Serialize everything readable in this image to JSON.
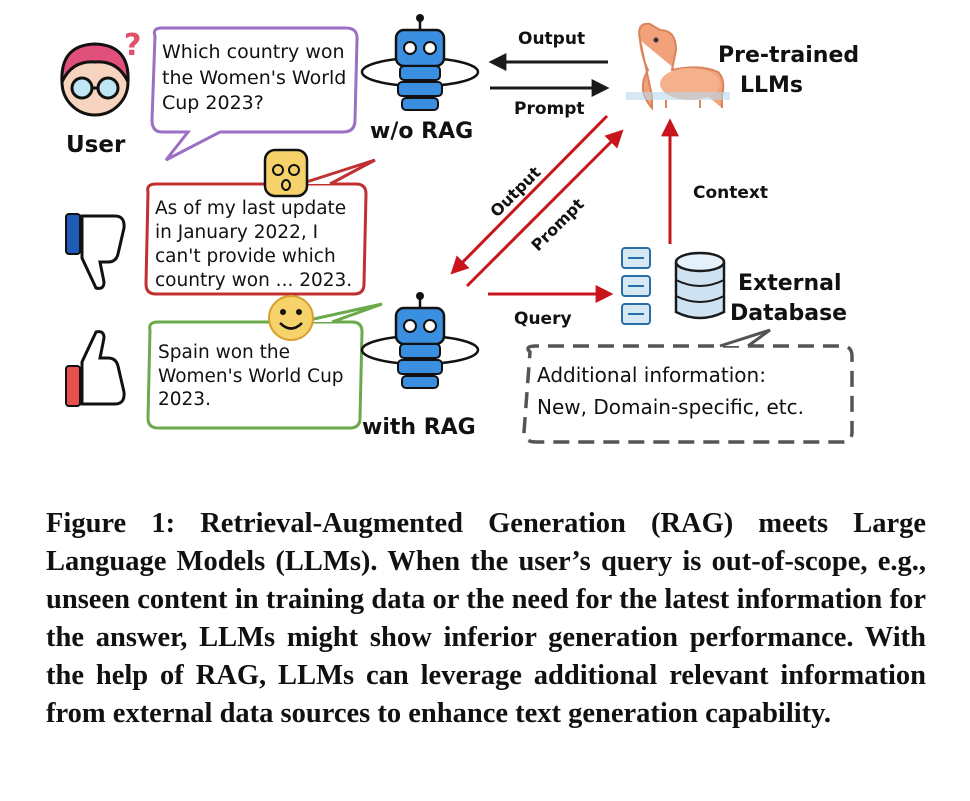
{
  "labels": {
    "user": "User",
    "wo_rag": "w/o RAG",
    "with_rag": "with RAG",
    "llm_line1": "Pre-trained",
    "llm_line2": "LLMs",
    "db_line1": "External",
    "db_line2": "Database",
    "output_top": "Output",
    "prompt_top": "Prompt",
    "output_diag": "Output",
    "prompt_diag": "Prompt",
    "context": "Context",
    "query": "Query"
  },
  "bubbles": {
    "question": [
      "Which country won",
      "the Women's World",
      "Cup 2023?"
    ],
    "bad_answer": [
      "As of my last update",
      "in January 2022, I",
      "can't provide which",
      "country won ... 2023."
    ],
    "good_answer": [
      "Spain won the",
      "Women's World Cup",
      "2023."
    ]
  },
  "info_box": [
    "Additional information:",
    "New, Domain-specific, etc."
  ],
  "colors": {
    "purple": "#9b6fc4",
    "red": "#c03030",
    "green": "#6aaa4a",
    "robot_blue": "#3a8fe0",
    "dark": "#1a1a1a"
  },
  "caption": "Figure 1: Retrieval-Augmented Generation (RAG) meets Large Language Models (LLMs). When the user’s query is out-of-scope, e.g., unseen content in training data or the need for the latest information for the answer, LLMs might show inferior generation performance. With the help of RAG, LLMs can leverage additional relevant information from external data sources to enhance text generation capability."
}
